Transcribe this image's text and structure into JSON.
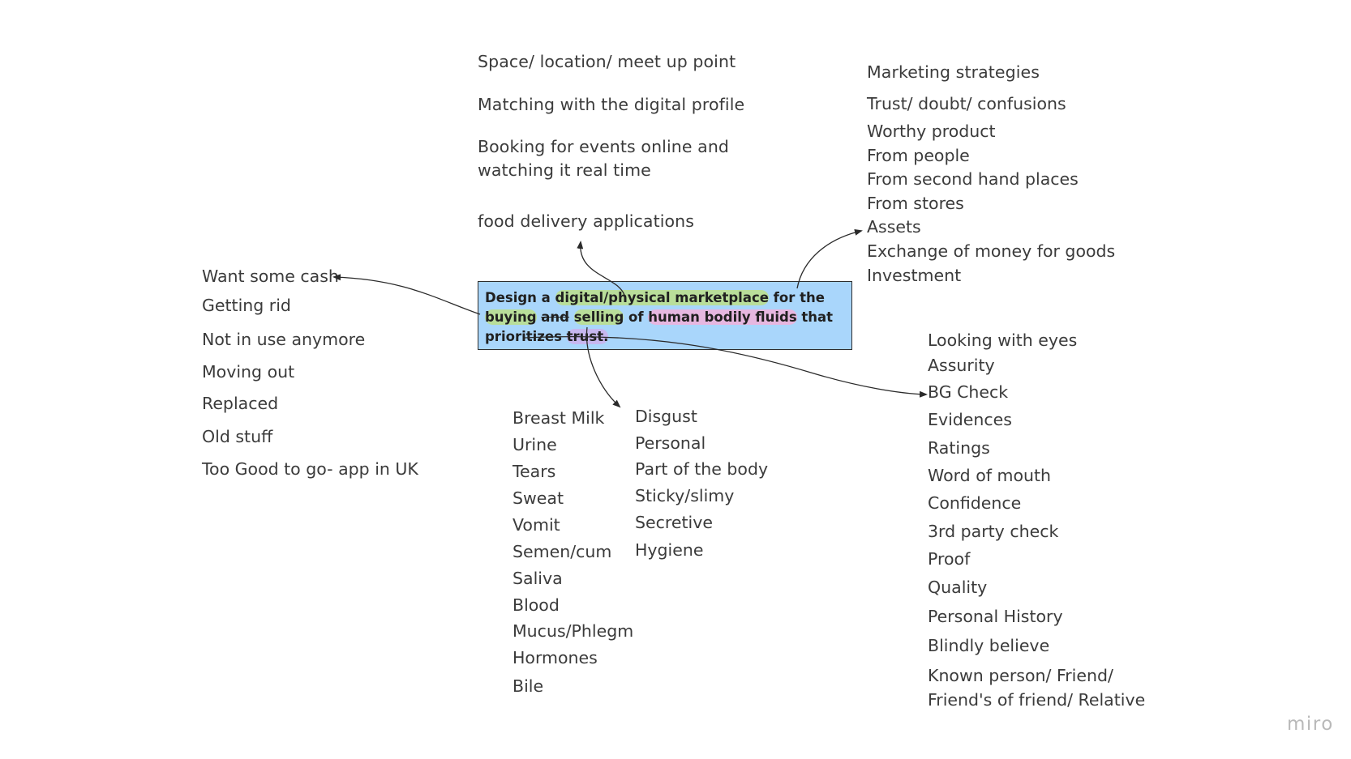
{
  "central_box": {
    "parts": [
      {
        "text": "Design a "
      },
      {
        "text": "digital/physical marketplace",
        "style": "hl-green"
      },
      {
        "text": " for the "
      },
      {
        "text": "buying",
        "style": "hl-green"
      },
      {
        "text": " "
      },
      {
        "text": "and",
        "style": "strike"
      },
      {
        "text": " "
      },
      {
        "text": "selling",
        "style": "hl-green"
      },
      {
        "text": " of "
      },
      {
        "text": "human bodily fluids",
        "style": "hl-pink"
      },
      {
        "text": " that prioritizes "
      },
      {
        "text": "trust.",
        "style": "hl-purple"
      }
    ]
  },
  "top_notes": {
    "space": "Space/ location/ meet up point",
    "matching": "Matching with the digital profile",
    "booking_line1": "Booking for events online and",
    "booking_line2": "watching it real time",
    "food": "food delivery applications"
  },
  "left_list": [
    "Want some cash",
    "Getting rid",
    "Not in use anymore",
    "Moving out",
    "Replaced",
    "Old stuff",
    "Too Good to go- app in UK"
  ],
  "marketing_title": "Marketing strategies",
  "marketing_list": [
    "Trust/ doubt/ confusions",
    "Worthy product",
    "From people",
    "From second hand places",
    "From stores",
    "Assets",
    "Exchange of money for goods",
    "Investment"
  ],
  "fluids_list": [
    "Breast Milk",
    "Urine",
    "Tears",
    "Sweat",
    "Vomit",
    "Semen/cum",
    "Saliva",
    "Blood",
    "Mucus/Phlegm",
    "Hormones",
    "Bile"
  ],
  "perceptions_list": [
    "Disgust",
    "Personal",
    "Part of the body",
    "Sticky/slimy",
    "Secretive",
    "Hygiene"
  ],
  "trust_list": [
    "Looking with eyes",
    "Assurity",
    "BG Check",
    "Evidences",
    "Ratings",
    "Word of mouth",
    "Confidence",
    "3rd party check",
    "Proof",
    "Quality",
    "Personal History",
    "Blindly believe",
    "Known person/ Friend/",
    "Friend's of friend/ Relative"
  ],
  "logo": "miro",
  "colors": {
    "box_fill": "#a9d6fb",
    "highlight_green": "#b9de9a",
    "highlight_pink": "#e6b7e0",
    "highlight_purple": "#c7b7ef"
  }
}
